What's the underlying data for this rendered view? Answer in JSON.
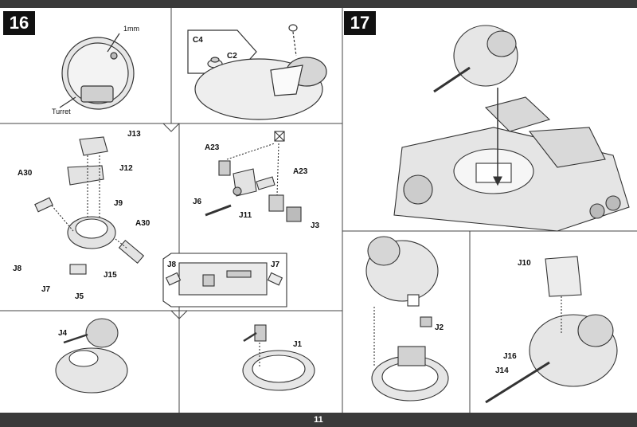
{
  "page_number": "11",
  "steps": {
    "s16": "16",
    "s17": "17"
  },
  "labels": {
    "mm": "1mm",
    "turret": "Turret",
    "c4": "C4",
    "c2": "C2",
    "j13": "J13",
    "j12": "J12",
    "a30_left": "A30",
    "j9": "J9",
    "a30_right": "A30",
    "j8": "J8",
    "j7": "J7",
    "j15": "J15",
    "j5": "J5",
    "a23_left": "A23",
    "a23_right": "A23",
    "j6": "J6",
    "j11": "J11",
    "j3": "J3",
    "j8_inset": "J8",
    "j7_inset": "J7",
    "j4": "J4",
    "j1": "J1",
    "j2": "J2",
    "j10": "J10",
    "j16": "J16",
    "j14": "J14"
  }
}
